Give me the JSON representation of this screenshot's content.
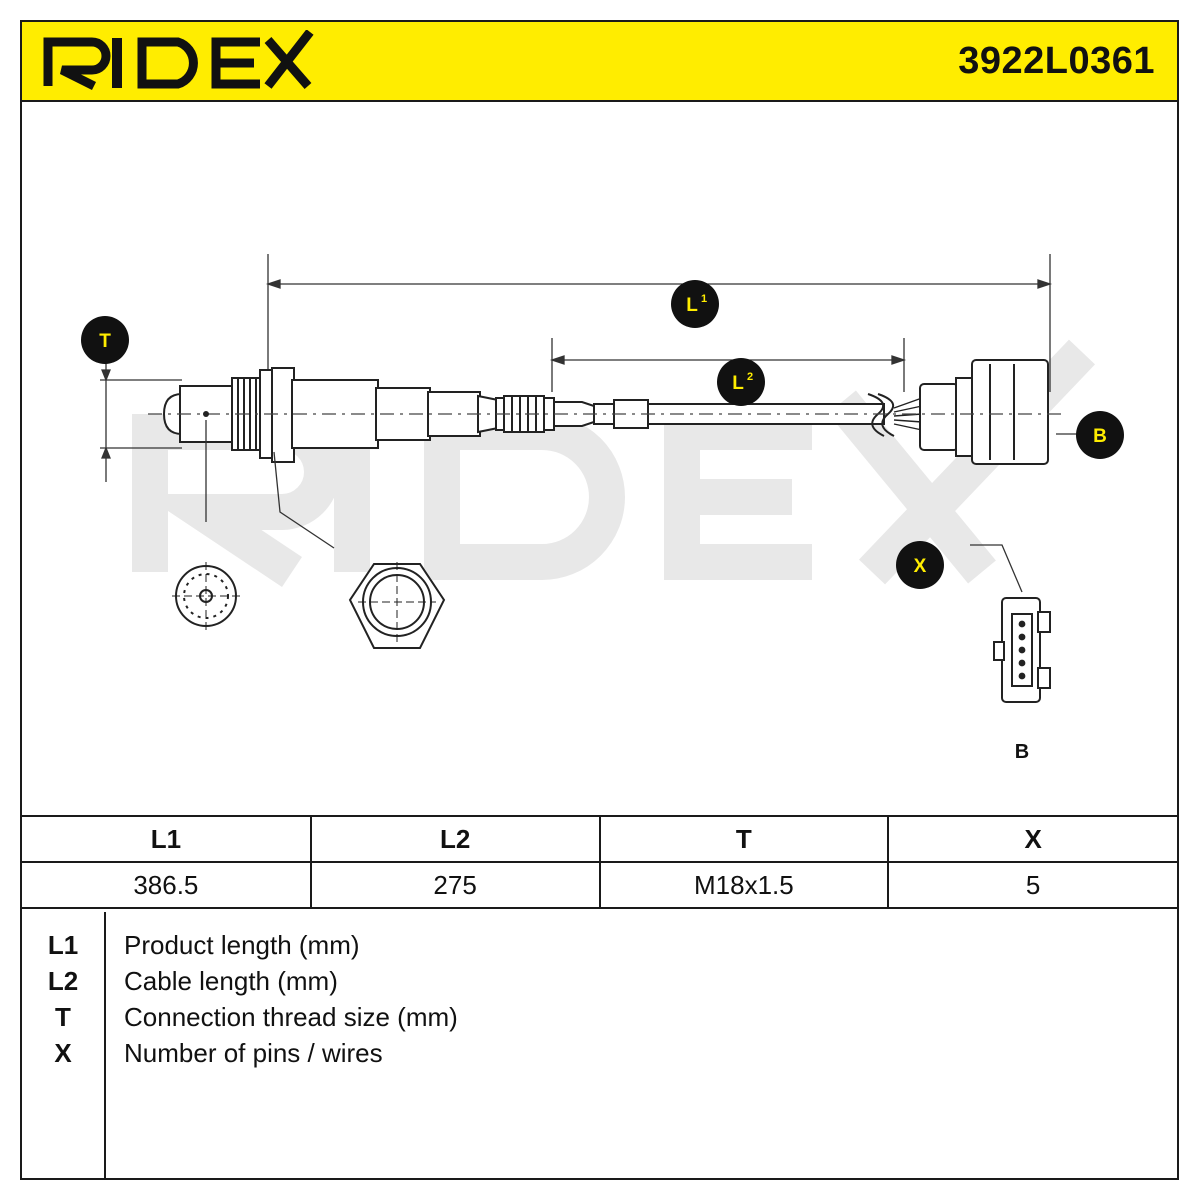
{
  "header": {
    "brand": "RIDEX",
    "part_number": "3922L0361"
  },
  "drawing": {
    "labels": {
      "T": "T",
      "L1": "L",
      "L1_sup": "1",
      "L2": "L",
      "L2_sup": "2",
      "B": "B",
      "X": "X",
      "connector_caption": "B"
    },
    "watermark": "RIDEX"
  },
  "dimensions_table": {
    "headers": [
      "L1",
      "L2",
      "T",
      "X"
    ],
    "values": [
      "386.5",
      "275",
      "M18x1.5",
      "5"
    ]
  },
  "legend": [
    {
      "key": "L1",
      "text": "Product length (mm)"
    },
    {
      "key": "L2",
      "text": "Cable length (mm)"
    },
    {
      "key": "T",
      "text": "Connection thread size (mm)"
    },
    {
      "key": "X",
      "text": "Number of pins / wires"
    }
  ],
  "colors": {
    "brand_yellow": "#ffed00",
    "line": "#1a1a1a",
    "watermark_gray": "#e6e6e6"
  }
}
